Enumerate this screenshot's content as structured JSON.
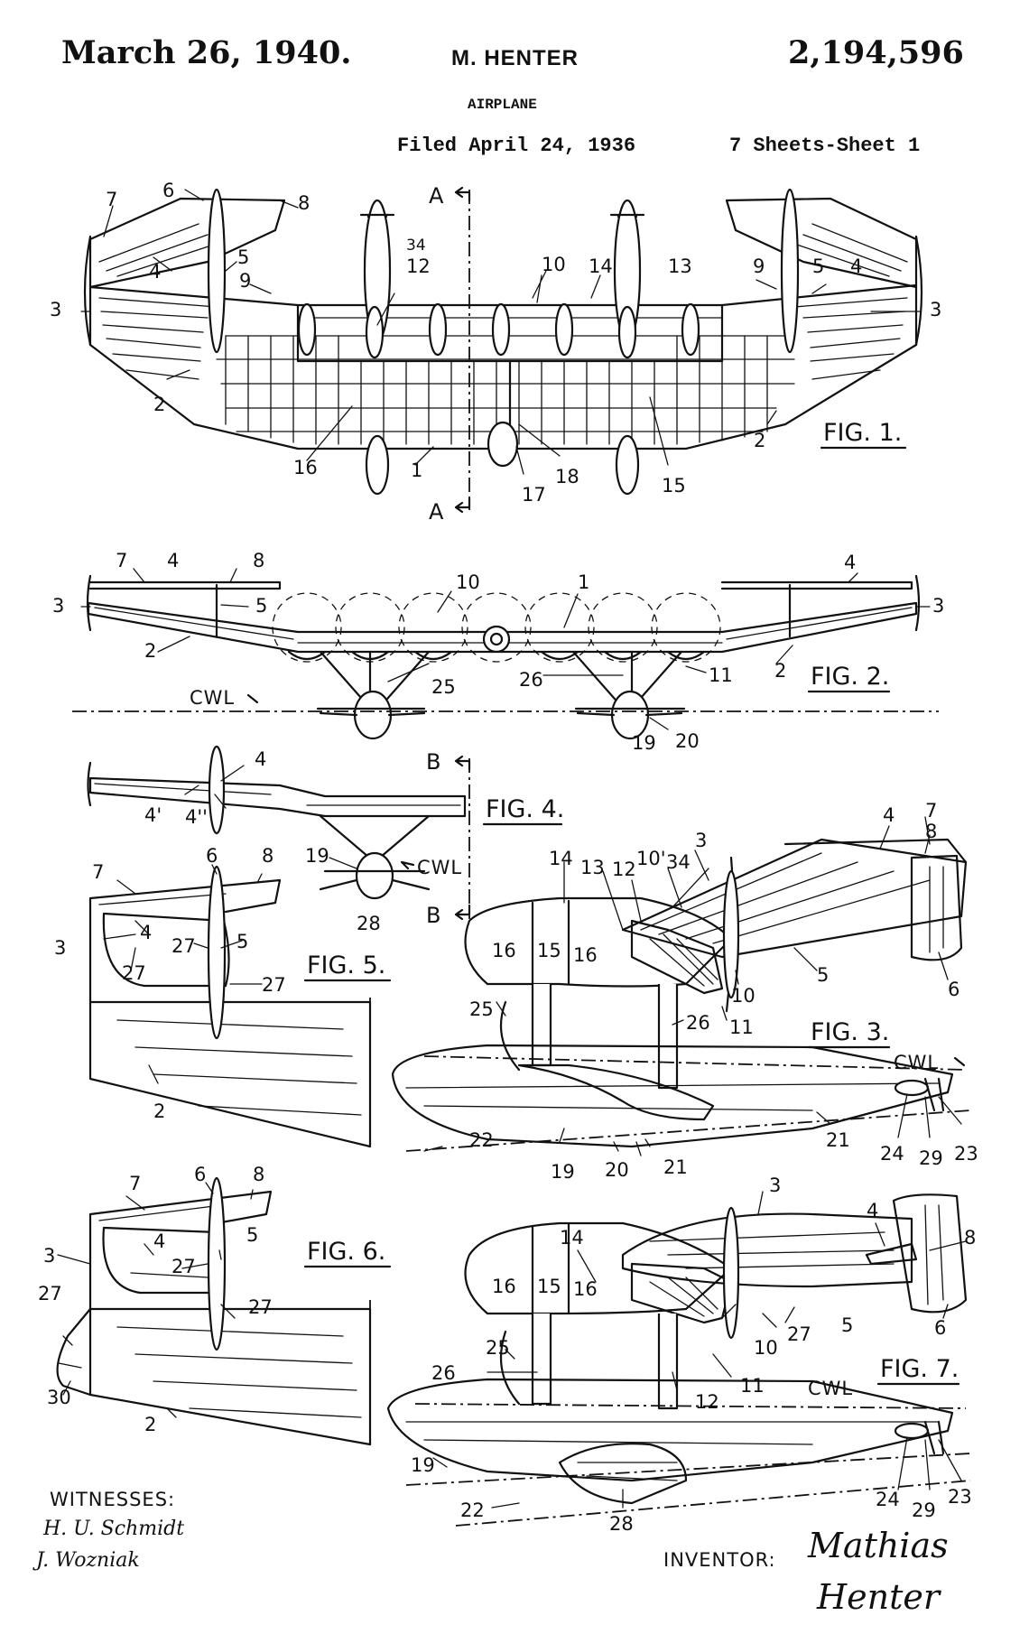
{
  "header": {
    "date": "March 26, 1940.",
    "inventor_name": "M. HENTER",
    "patent_number": "2,194,596",
    "title": "AIRPLANE",
    "filed": "Filed April 24, 1936",
    "sheet": "7 Sheets-Sheet 1"
  },
  "figures": {
    "fig1": "FIG. 1.",
    "fig2": "FIG. 2.",
    "fig3": "FIG. 3.",
    "fig4": "FIG. 4.",
    "fig5": "FIG. 5.",
    "fig6": "FIG. 6.",
    "fig7": "FIG. 7."
  },
  "section_marks": {
    "a": "A",
    "b": "B"
  },
  "waterline": "CWL",
  "reference_numerals": {
    "fig1": [
      "7",
      "6",
      "8",
      "4",
      "5",
      "3",
      "9",
      "34",
      "12",
      "10",
      "14",
      "13",
      "9",
      "5",
      "4",
      "3",
      "2",
      "16",
      "1",
      "17",
      "18",
      "15",
      "2"
    ],
    "fig2": [
      "7",
      "4",
      "8",
      "3",
      "5",
      "2",
      "10",
      "1",
      "4",
      "3",
      "2",
      "25",
      "26",
      "11",
      "19",
      "20"
    ],
    "fig3": [
      "4",
      "7",
      "8",
      "3",
      "14",
      "13",
      "12",
      "10'",
      "34",
      "16",
      "15",
      "16",
      "5",
      "6",
      "25",
      "10",
      "26",
      "11",
      "22",
      "21",
      "21",
      "19",
      "20",
      "24",
      "29",
      "23"
    ],
    "fig4": [
      "4",
      "4'",
      "4''",
      "19",
      "28"
    ],
    "fig5": [
      "7",
      "6",
      "8",
      "3",
      "4",
      "27",
      "5",
      "27",
      "27",
      "2"
    ],
    "fig6": [
      "7",
      "6",
      "8",
      "3",
      "4",
      "5",
      "27",
      "27",
      "27",
      "30",
      "2"
    ],
    "fig7": [
      "3",
      "4",
      "8",
      "14",
      "16",
      "15",
      "16",
      "27",
      "5",
      "6",
      "25",
      "26",
      "12",
      "11",
      "10",
      "19",
      "22",
      "28",
      "24",
      "29",
      "23"
    ]
  },
  "footer": {
    "witnesses_label": "WITNESSES:",
    "witness_1": "H. U. Schmidt",
    "witness_2": "J. Wozniak",
    "inventor_label": "INVENTOR:",
    "inventor_signature_line1": "Mathias",
    "inventor_signature_line2": "Henter"
  }
}
